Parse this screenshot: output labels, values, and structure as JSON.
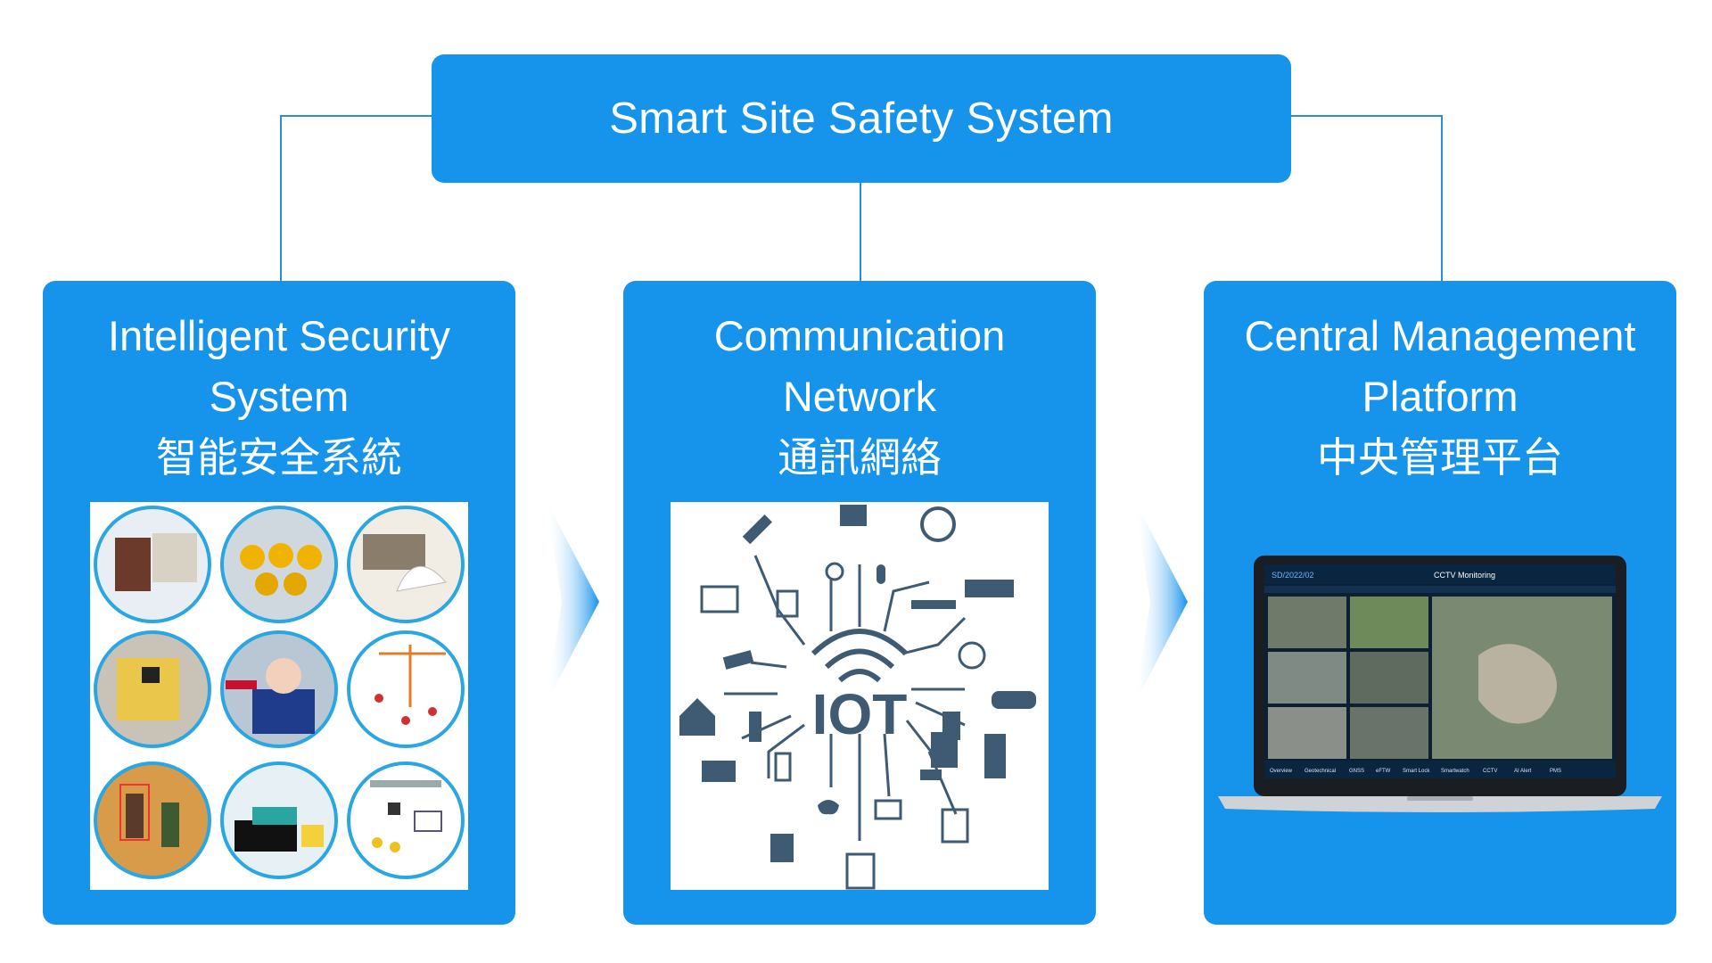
{
  "title": "Smart Site Safety System",
  "panels": [
    {
      "title_line1": "Intelligent Security",
      "title_line2": "System",
      "title_cn": "智能安全系統",
      "image": "safety-photo-collage"
    },
    {
      "title_line1": "Communication",
      "title_line2": "Network",
      "title_cn": "通訊網絡",
      "image": "iot-network-graphic",
      "iot_label": "IOT"
    },
    {
      "title_line1": "Central Management",
      "title_line2": "Platform",
      "title_cn": "中央管理平台",
      "image": "laptop-cctv-dashboard"
    }
  ],
  "dashboard": {
    "id": "SD/2022/02",
    "title": "CCTV Monitoring",
    "nav": [
      "Overview",
      "Geotechnical",
      "GNSS",
      "eFTW",
      "Smart Lock",
      "Smartwatch",
      "CCTV",
      "AI Alert",
      "PMS"
    ]
  },
  "colors": {
    "primary": "#1693eb",
    "connector": "#2a8fd8",
    "icon": "#3f5a73"
  }
}
